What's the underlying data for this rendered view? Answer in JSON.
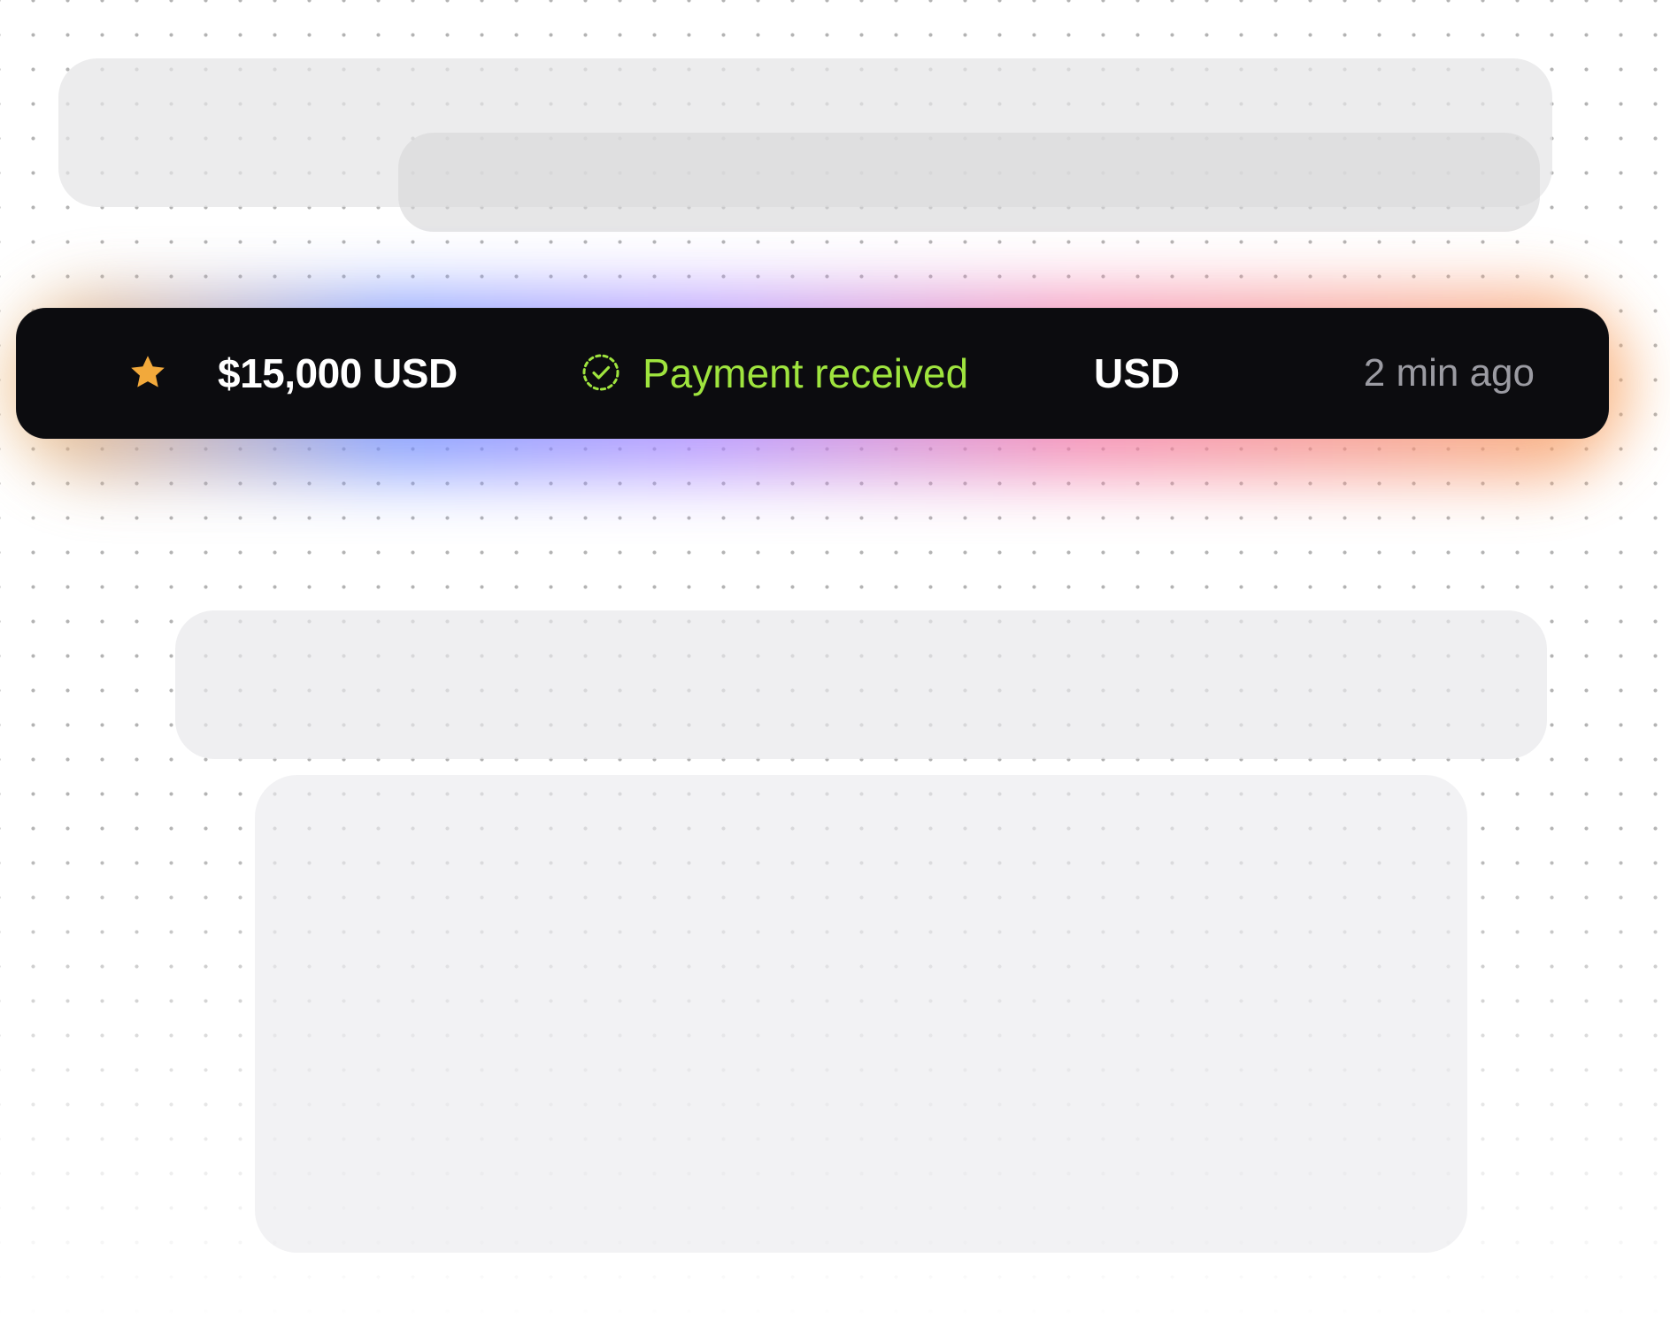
{
  "notification": {
    "amount": "$15,000 USD",
    "status": "Payment received",
    "currency": "USD",
    "time": "2 min ago",
    "icons": {
      "leading": "star-icon",
      "status": "check-badge-icon"
    }
  },
  "colors": {
    "toast_bg": "#0c0c0f",
    "amount_text": "#ffffff",
    "status_text": "#9fe43e",
    "time_text": "#9b9ba2",
    "star": "#f2a93b",
    "glow": [
      "#f2b56a",
      "#6f8dff",
      "#a985ff",
      "#f37aa8",
      "#f7a25a"
    ]
  }
}
